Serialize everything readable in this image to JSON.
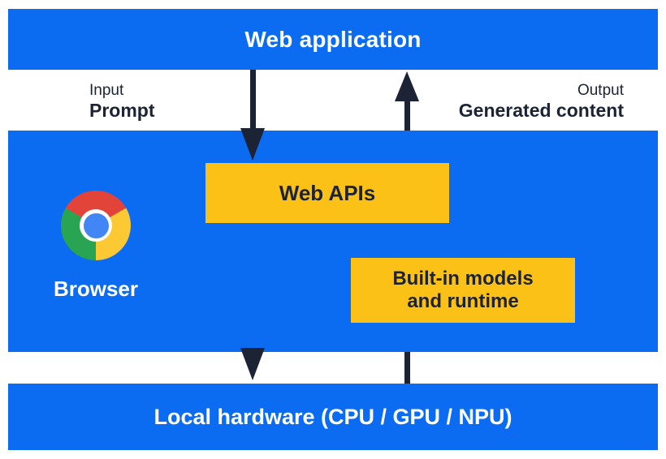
{
  "diagram": {
    "top_bar": {
      "label": "Web application"
    },
    "io_labels": {
      "input_title": "Input",
      "input_value": "Prompt",
      "output_title": "Output",
      "output_value": "Generated content"
    },
    "browser_panel": {
      "browser_label": "Browser",
      "web_apis_label": "Web APIs",
      "builtin_models_line1": "Built-in models",
      "builtin_models_line2": "and runtime"
    },
    "bottom_bar": {
      "label": "Local hardware (CPU / GPU / NPU)"
    },
    "icons": {
      "chrome_icon": "chrome-browser-logo",
      "input_arrow": "arrow-down",
      "output_arrow": "arrow-up"
    },
    "colors": {
      "blue": "#0b6cf2",
      "yellow": "#fcc117",
      "navy": "#1c2334",
      "chrome_red": "#e2443a",
      "chrome_yellow": "#fcc934",
      "chrome_green": "#28a452",
      "chrome_blue": "#4285f4"
    }
  }
}
